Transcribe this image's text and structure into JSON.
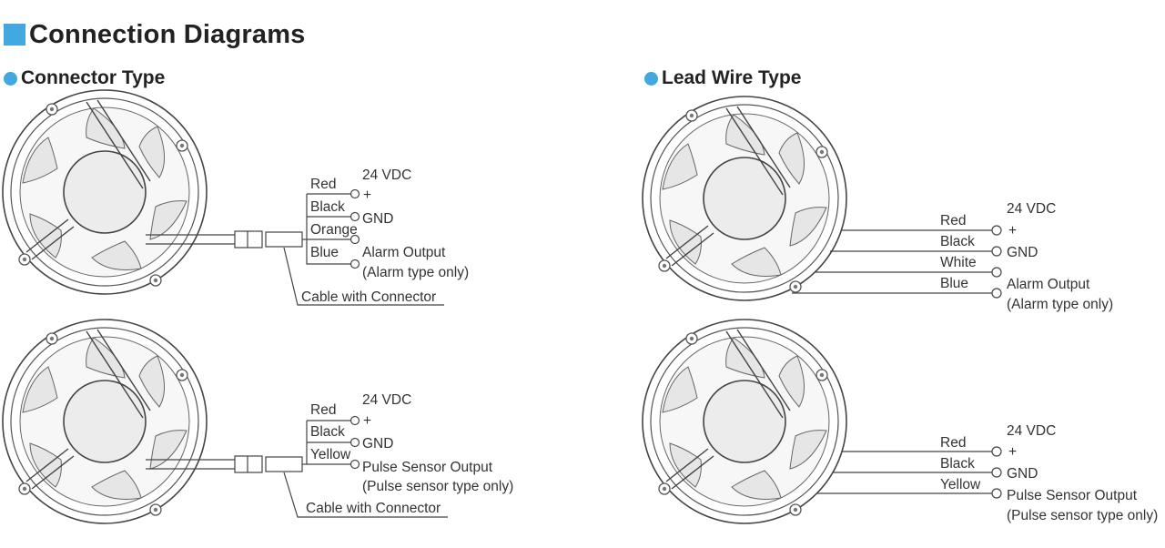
{
  "title": "Connection Diagrams",
  "sections": {
    "connector": "Connector Type",
    "lead_wire": "Lead Wire Type"
  },
  "diagrams": {
    "connector_alarm": {
      "supply": "24 VDC",
      "plus": "+",
      "gnd": "GND",
      "output": "Alarm Output",
      "output_note": "(Alarm type only)",
      "wires": [
        "Red",
        "Black",
        "Orange",
        "Blue"
      ],
      "cable": "Cable with Connector"
    },
    "connector_pulse": {
      "supply": "24 VDC",
      "plus": "+",
      "gnd": "GND",
      "output": "Pulse Sensor Output",
      "output_note": "(Pulse sensor type only)",
      "wires": [
        "Red",
        "Black",
        "Yellow"
      ],
      "cable": "Cable with Connector"
    },
    "lead_alarm": {
      "supply": "24 VDC",
      "plus": "+",
      "gnd": "GND",
      "output": "Alarm Output",
      "output_note": "(Alarm type only)",
      "wires": [
        "Red",
        "Black",
        "White",
        "Blue"
      ]
    },
    "lead_pulse": {
      "supply": "24 VDC",
      "plus": "+",
      "gnd": "GND",
      "output": "Pulse Sensor Output",
      "output_note": "(Pulse sensor type only)",
      "wires": [
        "Red",
        "Black",
        "Yellow"
      ]
    }
  },
  "colors": {
    "accent": "#44a8e0",
    "fan_blade": "#e6e6e6",
    "line": "#444444"
  }
}
